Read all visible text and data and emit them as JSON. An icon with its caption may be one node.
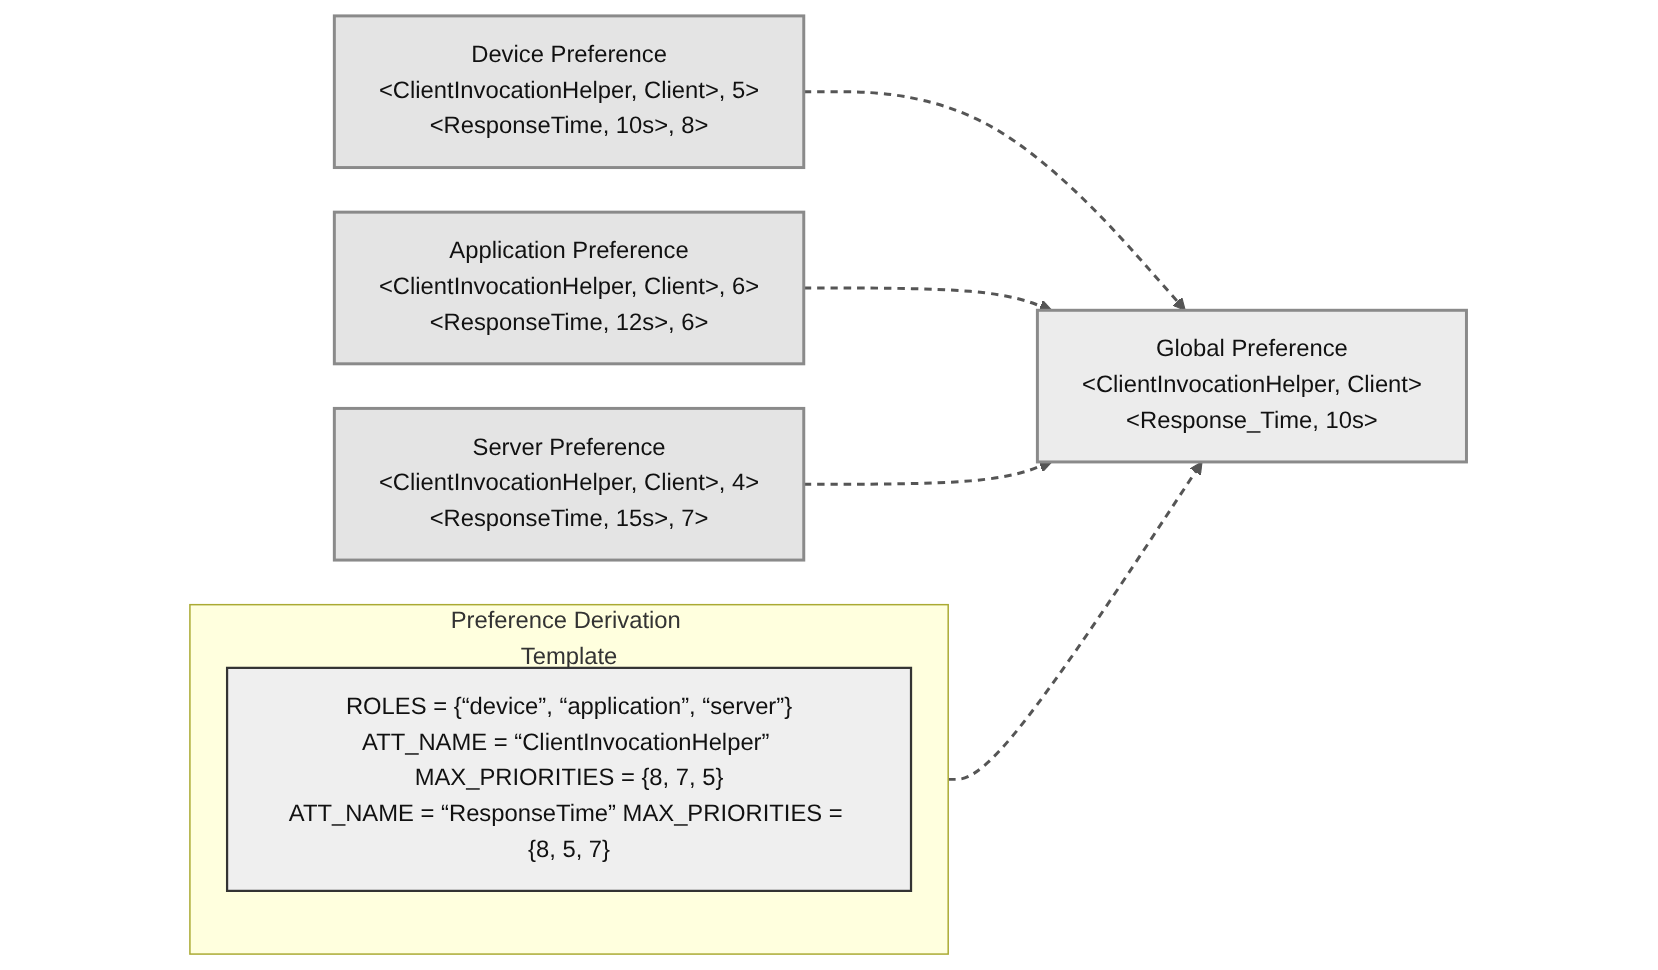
{
  "diagram": {
    "nodes": [
      {
        "text": [
          "Device Preference",
          "<ClientInvocationHelper, Client>, 5>",
          "<ResponseTime, 10s>, 8>"
        ]
      },
      {
        "text": [
          "Global Preference",
          "<ClientInvocationHelper, Client>",
          "<Response_Time, 10s>"
        ]
      },
      {
        "text": [
          "Application Preference",
          "<ClientInvocationHelper, Client>, 6>",
          "<ResponseTime, 12s>, 6>"
        ]
      },
      {
        "text": [
          "Preference Derivation Template"
        ]
      },
      {
        "text": [
          "ROLES = {“device”, “application”, “server”}",
          "ATT_NAME = “ClientInvocationHelper” MAX_PRIORITIES = {8, 7, 5}",
          "ATT_NAME = “ResponseTime” MAX_PRIORITIES = {8, 5, 7}"
        ],
        "in": 3
      },
      {
        "text": [
          "Server Preference",
          "<ClientInvocationHelper, Client>, 4>",
          "<ResponseTime, 15s>, 7>"
        ]
      }
    ],
    "edges": [
      {
        "from": 0,
        "to": 1,
        "arrow": "to",
        "style": "dashed"
      },
      {
        "from": 2,
        "to": 1,
        "arrow": "to",
        "style": "dashed"
      },
      {
        "from": 5,
        "to": 1,
        "arrow": "to",
        "style": "dashed"
      },
      {
        "from": 3,
        "to": 1,
        "arrow": "to",
        "style": "dashed"
      }
    ]
  }
}
